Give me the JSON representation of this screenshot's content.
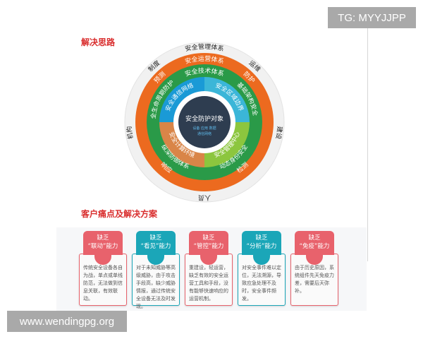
{
  "watermark_top": "TG: MYYJJPP",
  "watermark_bottom": "www.wendingpg.org",
  "section1_title": "解决思路",
  "section2_title": "客户痛点及解决方案",
  "colors": {
    "title_red": "#d92d2d",
    "orange": "#ec6a1f",
    "green": "#2a9a48",
    "blue": "#1a9ad6",
    "cyan": "#3bb6d8",
    "brown": "#d98548",
    "lime": "#8cc63e",
    "center": "#2e3d50",
    "card_red": "#e8626c",
    "card_teal": "#1ba6b8"
  },
  "diagram": {
    "outer_ring": {
      "title": "安全管理体系",
      "items": [
        "制度",
        "运维",
        "机构",
        "建设",
        "人员"
      ]
    },
    "orange_ring": {
      "title": "安全运营体系",
      "items": [
        "预测",
        "防护",
        "响应",
        "检测"
      ]
    },
    "green_ring": {
      "title": "安全技术体系",
      "items": [
        "全生命周期防护",
        "基础架构安全",
        "纵深防御体系",
        "动态身份安全"
      ]
    },
    "quadrants": [
      "安全通信网络",
      "安全区域边界",
      "安全计算环境",
      "安全管理中心"
    ],
    "center": {
      "title": "安全防护对象",
      "sub1": "设备  应用  数据",
      "sub2": "通信网络"
    }
  },
  "cards": [
    {
      "line1": "缺乏",
      "line2": "“联动”能力",
      "text": "传统安全设备各自为战，单点或单线防范，无法做到信息关联，有效联动。",
      "color": "red"
    },
    {
      "line1": "缺乏",
      "line2": "“看见”能力",
      "text": "对于未知威胁等高级威胁，由于攻击手段高，缺少威胁情报，通过传统安全设备无法及时发现。",
      "color": "teal"
    },
    {
      "line1": "缺乏",
      "line2": "“管控”能力",
      "text": "重建设，轻运营，缺乏有效的安全运营工具和手段，没有能够快速响应的运营机制。",
      "color": "red"
    },
    {
      "line1": "缺乏",
      "line2": "“分析”能力",
      "text": "对安全事件难以定位，无法溯源，导致应急处理不及时，安全事件频发。",
      "color": "teal"
    },
    {
      "line1": "缺乏",
      "line2": "“免疫”能力",
      "text": "由于历史原因，系统组件先天免疫力差，需要后天弥补。",
      "color": "red"
    }
  ]
}
